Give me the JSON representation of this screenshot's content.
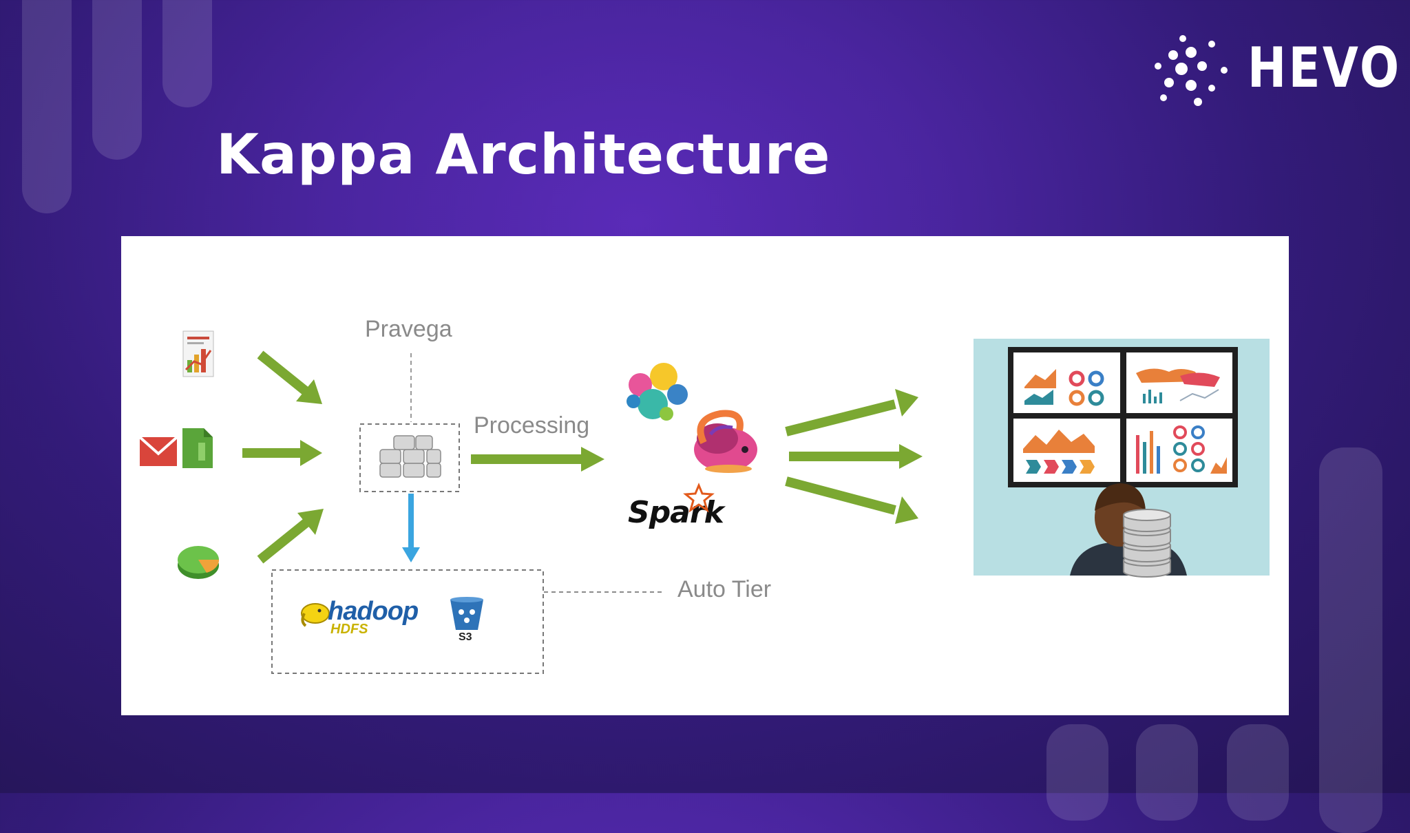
{
  "slide": {
    "title": "Kappa Architecture"
  },
  "brand": {
    "name": "HEVO"
  },
  "diagram": {
    "labels": {
      "pravega": "Pravega",
      "processing": "Processing",
      "auto_tier": "Auto Tier",
      "hadoop": "hadoop",
      "hdfs": "HDFS",
      "s3": "S3",
      "spark": "Spark"
    }
  },
  "colors": {
    "background": "#4a259f",
    "arrow": "#7ba832",
    "storage_arrow": "#3aa5e0",
    "label": "#8a8a8a"
  }
}
